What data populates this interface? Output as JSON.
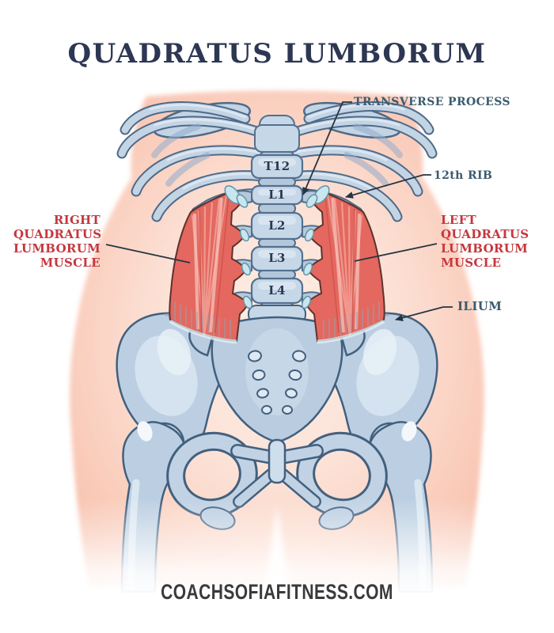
{
  "title": "QUADRATUS LUMBORUM",
  "annotations": {
    "transverse_process": "TRANSVERSE PROCESS",
    "twelfth_rib": "12th RIB",
    "right_ql": "RIGHT\nQUADRATUS\nLUMBORUM\nMUSCLE",
    "left_ql": "LEFT\nQUADRATUS\nLUMBORUM\nMUSCLE",
    "ilium": "ILIUM"
  },
  "vertebrae": [
    "T12",
    "L1",
    "L2",
    "L3",
    "L4"
  ],
  "footer": "COACHSOFIAFITNESS.COM",
  "colors": {
    "title_navy": "#2d3753",
    "annotation_slate": "#3b5a6e",
    "annotation_red": "#c4383e",
    "leader_line": "#273543",
    "bone_fill": "#bccfe2",
    "bone_outline": "#42607e",
    "muscle_red": "#e4685f",
    "muscle_striation": "#f09b91",
    "tendon_blue": "#c9e6ef",
    "skin_peach": "#f8c3ae",
    "footer_gray": "#3a3a3c"
  }
}
